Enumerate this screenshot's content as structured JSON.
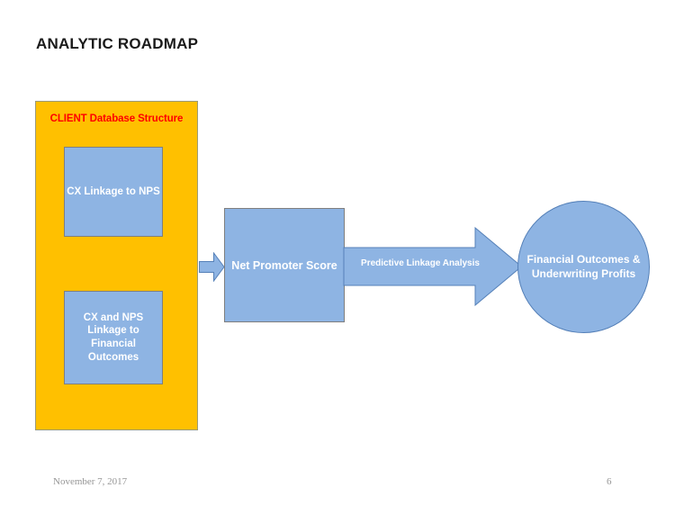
{
  "slide": {
    "title": "ANALYTIC ROADMAP",
    "page_number": "6",
    "date": "November  7, 2017",
    "background_color": "#ffffff"
  },
  "colors": {
    "orange_container": "#ffc000",
    "orange_border": "#9a9a7a",
    "blue_shape": "#8eb4e3",
    "blue_border": "#5580b8",
    "box_border_gray": "#7f7f7f",
    "label_red": "#ff0000",
    "shape_text_white": "#ffffff",
    "title_black": "#1a1a1a",
    "footer_gray": "#969696"
  },
  "diagram": {
    "client_database": {
      "label": "CLIENT Database Structure",
      "boxes": [
        {
          "label": "CX Linkage to NPS"
        },
        {
          "label": "CX and NPS Linkage to Financial Outcomes"
        }
      ]
    },
    "connector_small": {
      "icon": "right-arrow-icon"
    },
    "net_promoter_score": {
      "label": "Net Promoter Score"
    },
    "predictive_arrow": {
      "label": "Predictive Linkage Analysis",
      "icon": "right-arrow-icon"
    },
    "financial_outcomes": {
      "label": "Financial Outcomes & Underwriting Profits"
    }
  }
}
